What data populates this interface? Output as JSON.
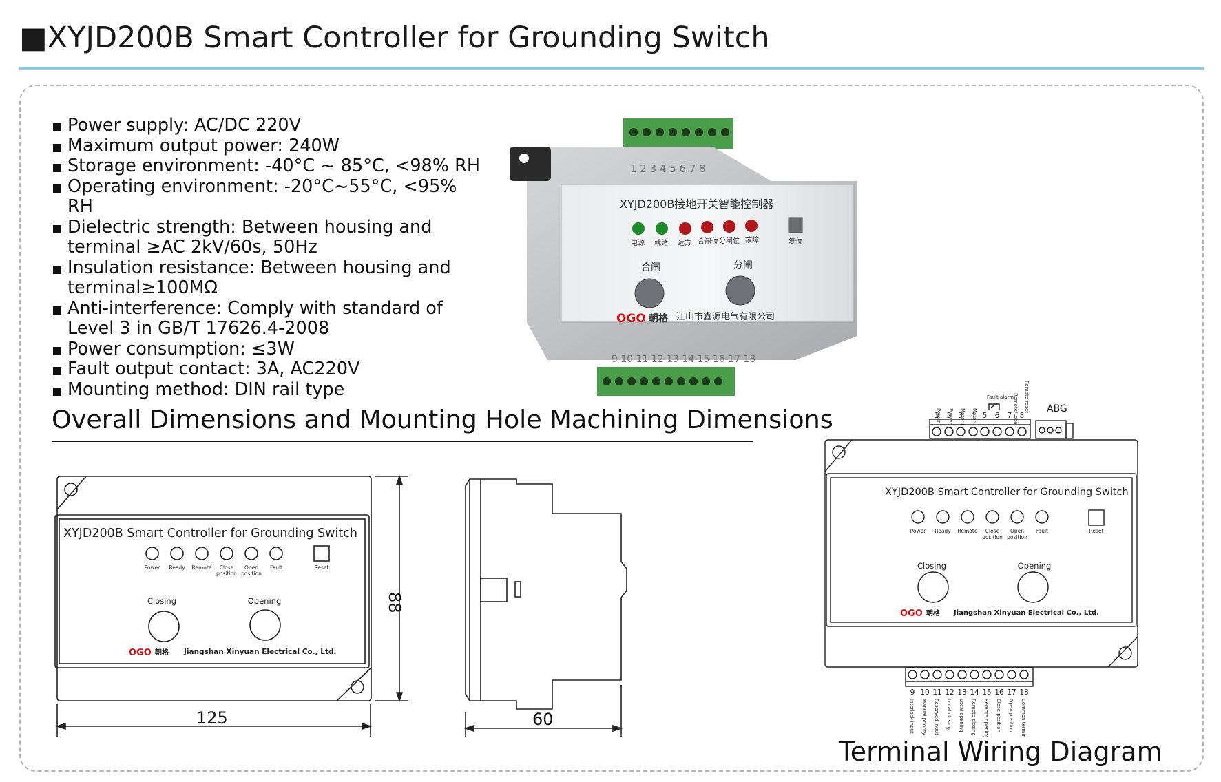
{
  "header": {
    "title": "XYJD200B Smart Controller for Grounding Switch"
  },
  "specs": [
    "Power supply: AC/DC 220V",
    "Maximum output power: 240W",
    "Storage environment: -40°C ~ 85°C, <98% RH",
    "Operating environment: -20°C~55°C, <95% RH",
    "Dielectric strength: Between housing and terminal ≥AC 2kV/60s, 50Hz",
    "Insulation resistance: Between housing and terminal≥100MΩ",
    "Anti-interference: Comply with standard of Level 3 in GB/T 17626.4-2008",
    "Power consumption: ≤3W",
    "Fault output contact: 3A, AC220V",
    "Mounting method: DIN rail type"
  ],
  "photo": {
    "top_terminal_numbers": "1 2 3 4 5 6 7 8",
    "bottom_terminal_numbers": "9 10 11 12 13 14 15 16 17 18",
    "device_label": "XYJD200B接地开关智能控制器",
    "indicators": [
      "电源",
      "就绪",
      "远方",
      "合闸位",
      "分闸位",
      "故障"
    ],
    "reset_label": "复位",
    "close_button": "合闸",
    "open_button": "分闸",
    "brand": "OGO",
    "brand_cn": "朝格",
    "company": "江山市鑫源电气有限公司",
    "colors": {
      "green_led": "#1f8a2a",
      "red_led": "#b0191b",
      "terminal_block": "#4a9e4a"
    }
  },
  "section": {
    "heading": "Overall Dimensions and Mounting Hole Machining Dimensions"
  },
  "front_drawing": {
    "panel_title": "XYJD200B Smart Controller for Grounding Switch",
    "indicators": [
      {
        "l1": "Power",
        "l2": ""
      },
      {
        "l1": "Ready",
        "l2": ""
      },
      {
        "l1": "Remote",
        "l2": ""
      },
      {
        "l1": "Close",
        "l2": "position"
      },
      {
        "l1": "Open",
        "l2": "position"
      },
      {
        "l1": "Fault",
        "l2": ""
      }
    ],
    "reset": "Reset",
    "closing": "Closing",
    "opening": "Opening",
    "brand": "OGO",
    "brand_cn": "朝格",
    "company": "Jiangshan Xinyuan Electrical Co., Ltd.",
    "dim_width": "125",
    "dim_height": "88"
  },
  "side_drawing": {
    "dim_depth": "60"
  },
  "wiring": {
    "title": "Terminal Wiring Diagram",
    "abg": "ABG",
    "top_numbers": [
      "1",
      "2",
      "3",
      "4",
      "5",
      "6",
      "7",
      "8"
    ],
    "top_labels": [
      "Power+",
      "Power-",
      "Motor+",
      "Motor-",
      "Fault alarm",
      "Remote/Local",
      "Remote reset"
    ],
    "bottom_numbers": [
      "9",
      "10",
      "11",
      "12",
      "13",
      "14",
      "15",
      "16",
      "17",
      "18"
    ],
    "bottom_labels": [
      "Interlock input",
      "Manual priority",
      "Reserved input",
      "Local closing",
      "Local opening",
      "Remote closing",
      "Remote opening",
      "Close position",
      "Open position",
      "Common terminal"
    ]
  }
}
